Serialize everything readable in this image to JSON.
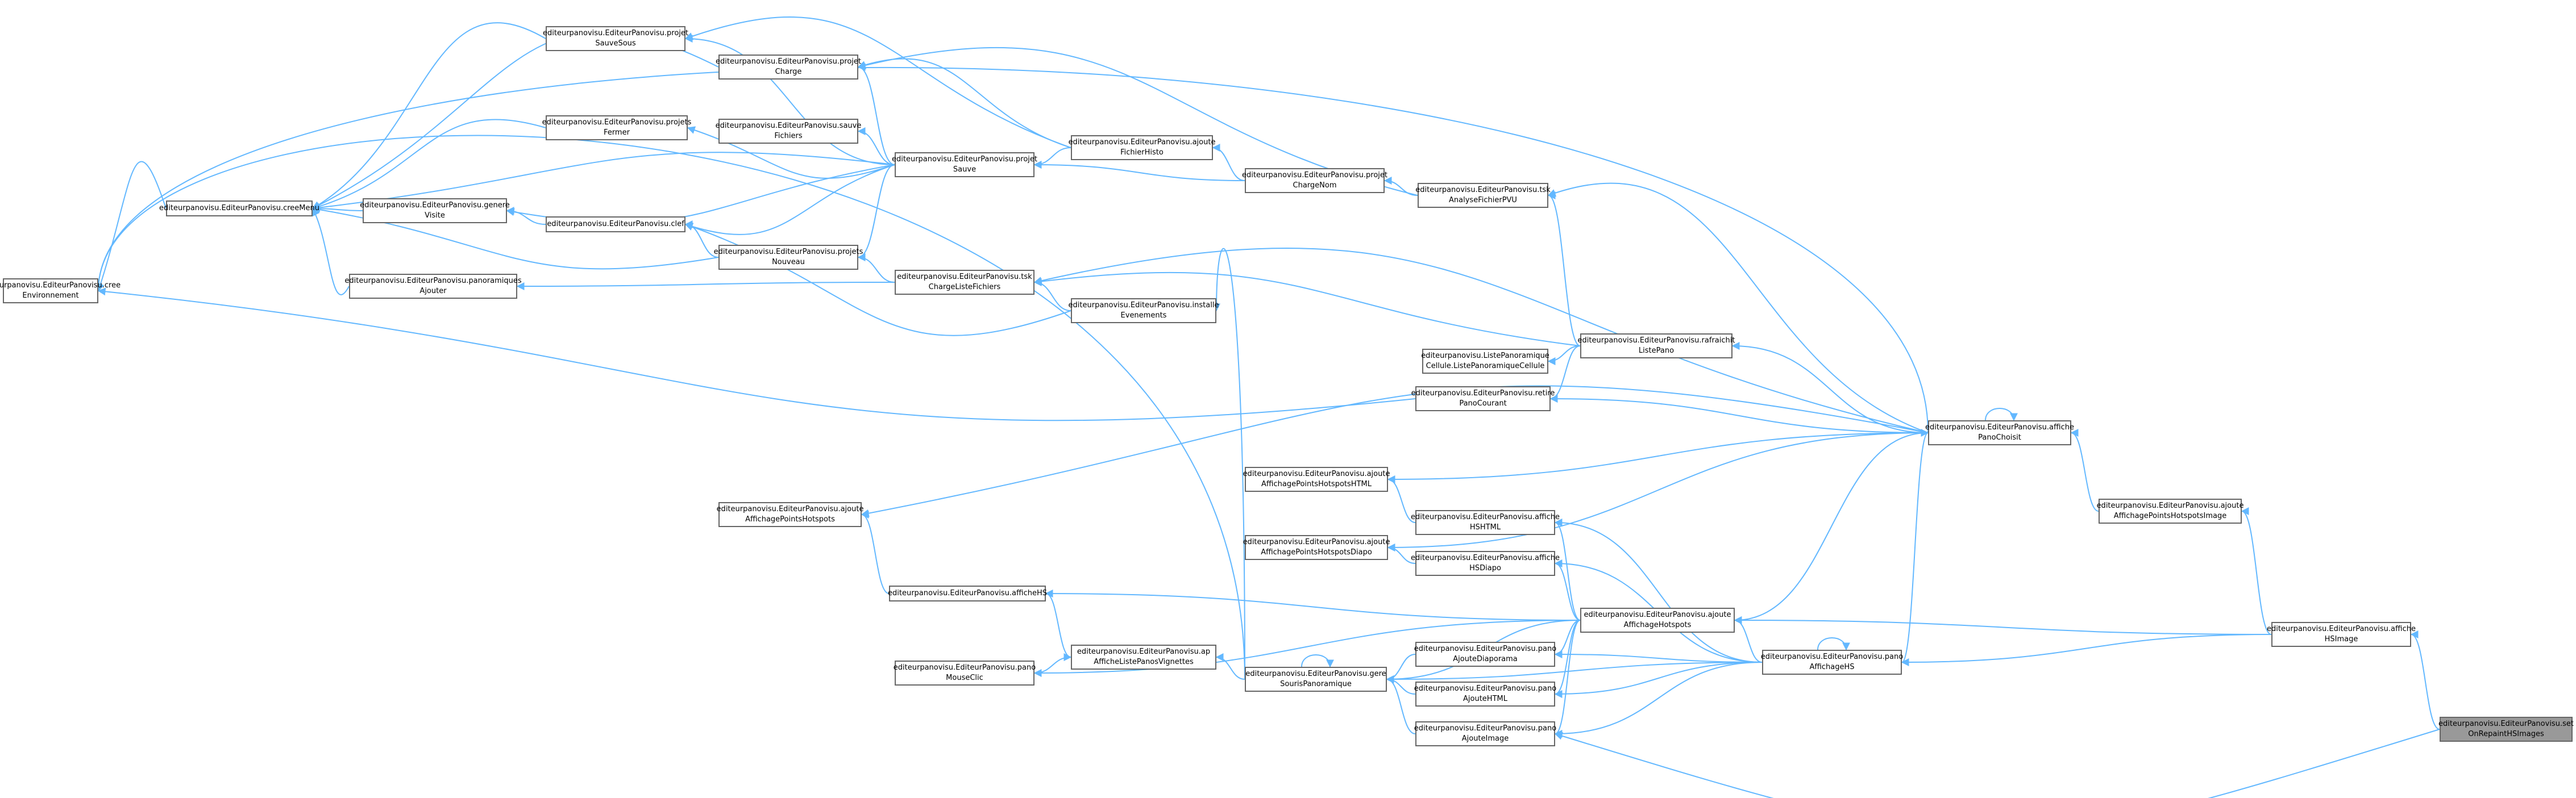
{
  "colors": {
    "edge": "#63b8ff",
    "node_border": "#666666",
    "node_fill": "#ffffff",
    "current_fill": "#999999"
  },
  "nodes": {
    "n_crEnv": {
      "lines": [
        "editeurpanovisu.EditeurPanovisu.cree",
        "Environnement"
      ]
    },
    "n_creeMenu": {
      "lines": [
        "editeurpanovisu.EditeurPanovisu.creeMenu"
      ]
    },
    "n_projSauveSous": {
      "lines": [
        "editeurpanovisu.EditeurPanovisu.projet",
        "SauveSous"
      ]
    },
    "n_projCharge": {
      "lines": [
        "editeurpanovisu.EditeurPanovisu.projet",
        "Charge"
      ]
    },
    "n_projFermer": {
      "lines": [
        "editeurpanovisu.EditeurPanovisu.projets",
        "Fermer"
      ]
    },
    "n_sauveFichiers": {
      "lines": [
        "editeurpanovisu.EditeurPanovisu.sauve",
        "Fichiers"
      ]
    },
    "n_projSauve": {
      "lines": [
        "editeurpanovisu.EditeurPanovisu.projet",
        "Sauve"
      ]
    },
    "n_genereVisite": {
      "lines": [
        "editeurpanovisu.EditeurPanovisu.genere",
        "Visite"
      ]
    },
    "n_clef": {
      "lines": [
        "editeurpanovisu.EditeurPanovisu.clef"
      ]
    },
    "n_projNouveau": {
      "lines": [
        "editeurpanovisu.EditeurPanovisu.projets",
        "Nouveau"
      ]
    },
    "n_panoAjouter": {
      "lines": [
        "editeurpanovisu.EditeurPanovisu.panoramiques",
        "Ajouter"
      ]
    },
    "n_tskCharge": {
      "lines": [
        "editeurpanovisu.EditeurPanovisu.tsk",
        "ChargeListeFichiers"
      ]
    },
    "n_installeEvt": {
      "lines": [
        "editeurpanovisu.EditeurPanovisu.installe",
        "Evenements"
      ]
    },
    "n_ajouteFichHisto": {
      "lines": [
        "editeurpanovisu.EditeurPanovisu.ajoute",
        "FichierHisto"
      ]
    },
    "n_projChargeNom": {
      "lines": [
        "editeurpanovisu.EditeurPanovisu.projet",
        "ChargeNom"
      ]
    },
    "n_tskAnalyse": {
      "lines": [
        "editeurpanovisu.EditeurPanovisu.tsk",
        "AnalyseFichierPVU"
      ]
    },
    "n_rafraichit": {
      "lines": [
        "editeurpanovisu.EditeurPanovisu.rafraichit",
        "ListePano"
      ]
    },
    "n_celluleListe": {
      "lines": [
        "editeurpanovisu.ListePanoramique",
        "Cellule.ListePanoramiqueCellule"
      ]
    },
    "n_retirePano": {
      "lines": [
        "editeurpanovisu.EditeurPanovisu.retire",
        "PanoCourant"
      ]
    },
    "n_affPanoChoisi": {
      "lines": [
        "editeurpanovisu.EditeurPanovisu.affiche",
        "PanoChoisit"
      ]
    },
    "n_ajAffPtsHsHTML": {
      "lines": [
        "editeurpanovisu.EditeurPanovisu.ajoute",
        "AffichagePointsHotspotsHTML"
      ]
    },
    "n_affHSHTML": {
      "lines": [
        "editeurpanovisu.EditeurPanovisu.affiche",
        "HSHTML"
      ]
    },
    "n_ajAffPtsHsDiapo": {
      "lines": [
        "editeurpanovisu.EditeurPanovisu.ajoute",
        "AffichagePointsHotspotsDiapo"
      ]
    },
    "n_affHSDiapo": {
      "lines": [
        "editeurpanovisu.EditeurPanovisu.affiche",
        "HSDiapo"
      ]
    },
    "n_ajAffPtsHs": {
      "lines": [
        "editeurpanovisu.EditeurPanovisu.ajoute",
        "AffichagePointsHotspots"
      ]
    },
    "n_ajAffPtsHsImage": {
      "lines": [
        "editeurpanovisu.EditeurPanovisu.ajoute",
        "AffichagePointsHotspotsImage"
      ]
    },
    "n_afficheHS": {
      "lines": [
        "editeurpanovisu.EditeurPanovisu.afficheHS"
      ]
    },
    "n_panoMouseClic": {
      "lines": [
        "editeurpanovisu.EditeurPanovisu.pano",
        "MouseClic"
      ]
    },
    "n_apAfficheListe": {
      "lines": [
        "editeurpanovisu.EditeurPanovisu.ap",
        "AfficheListePanosVignettes"
      ]
    },
    "n_gereSouris": {
      "lines": [
        "editeurpanovisu.EditeurPanovisu.gere",
        "SourisPanoramique"
      ]
    },
    "n_ajAffHotspots": {
      "lines": [
        "editeurpanovisu.EditeurPanovisu.ajoute",
        "AffichageHotspots"
      ]
    },
    "n_panoAjDiapo": {
      "lines": [
        "editeurpanovisu.EditeurPanovisu.pano",
        "AjouteDiaporama"
      ]
    },
    "n_panoAjHTML": {
      "lines": [
        "editeurpanovisu.EditeurPanovisu.pano",
        "AjouteHTML"
      ]
    },
    "n_panoAjImage": {
      "lines": [
        "editeurpanovisu.EditeurPanovisu.pano",
        "AjouteImage"
      ]
    },
    "n_panoAffHS": {
      "lines": [
        "editeurpanovisu.EditeurPanovisu.pano",
        "AffichageHS"
      ]
    },
    "n_affHSImage": {
      "lines": [
        "editeurpanovisu.EditeurPanovisu.affiche",
        "HSImage"
      ]
    },
    "n_setOnRepaint": {
      "lines": [
        "editeurpanovisu.EditeurPanovisu.set",
        "OnRepaintHSImages"
      ]
    }
  }
}
